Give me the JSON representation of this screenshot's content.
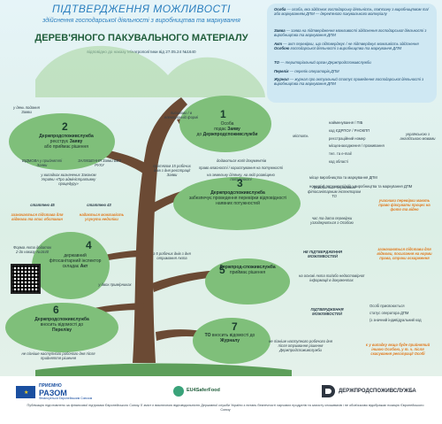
{
  "header": {
    "title_line1": "ПІДТВЕРДЖЕННЯ МОЖЛИВОСТІ",
    "title_line2": "здійснення господарської діяльності з виробництва та маркування",
    "title_line3": "ДЕРЕВ'ЯНОГО ПАКУВАЛЬНОГО МАТЕРІАЛУ",
    "title_line4": "відповідно до наказу Мінагрополітики від 27.05.24 №1640"
  },
  "definitions": [
    {
      "term": "Особа",
      "text": " — особа, яка здійснює господарську діяльність, пов'язану з виробництвом та/або маркуванням ДПМ — дерев'яного пакувального матеріалу"
    },
    {
      "term": "Заява",
      "text": " — заява на підтвердження можливості здійснення господарської діяльності з виробництва та маркування ДПМ"
    },
    {
      "term": "Акт",
      "text": " — акт перевірки, що підтверджує / не підтверджує можливість здійснення "
    },
    {
      "term": "Особою",
      "text": " господарської діяльності з виробництва та маркування ДПМ"
    },
    {
      "term": "ТО",
      "text": " — територіальний орган Держпродспоживслужби"
    },
    {
      "term": "Перелік",
      "text": " — перелік операторів ДПМ"
    },
    {
      "term": "Журнал",
      "text": " — журнал про актуальний статус проведення господарської діяльності з виробництва та маркування ДПМ"
    }
  ],
  "steps": {
    "s1": {
      "num": "1",
      "l1": "Особа",
      "l2": "подає",
      "l3": "Заяву",
      "l4": "до",
      "l5": "Держпродспоживслужби"
    },
    "s2": {
      "num": "2",
      "l1": "Держпродспоживслужба",
      "l2": "реєструє",
      "l3": "Заяву",
      "l4": "або приймає рішення"
    },
    "s3": {
      "num": "3",
      "l1": "Держпродспоживслужба",
      "l2": "забезпечує проведення перевірки відповідності наявних потужностей"
    },
    "s4": {
      "num": "4",
      "l1": "державний фітосанітарний інспектор складає",
      "l2": "Акт"
    },
    "s5": {
      "num": "5",
      "l1": "Держпрод-споживслужба",
      "l2": "приймає рішення"
    },
    "s6": {
      "num": "6",
      "l1": "Держпродспоживслужба",
      "l2": "вносить відомості до",
      "l3": "Переліку"
    },
    "s7": {
      "num": "7",
      "l1": "ТО",
      "l2": "вносить відомості до",
      "l3": "Журналу"
    }
  },
  "notes": {
    "n_5days": "у день подання Заяви",
    "n_paper": "письмово / в електронній формі",
    "n_mistyt": "містить",
    "n_contents": [
      "найменування / ПІБ",
      "код ЄДРПОУ / РНОКПП",
      "реєстраційний номер",
      "місцезнаходження / проживання",
      "тел. та e-mail",
      "код області",
      "місце виробництва та маркування ДПМ",
      "номер(и) потужності(ей) з виробництва та маркування ДПМ"
    ],
    "n_lang": "українською з англійською мовами",
    "n_attach": "додаються копії документів",
    "n_rights": "право власності / користування на потужності",
    "n_land": "на земельну ділянку, на якій розміщено потужності",
    "n_refuse": "ВІДМОВА у прийнятті Заяви",
    "n_leave": "ЗАЛИШЕННЯ Заяви БЕЗ РУХУ",
    "n_law": "у випадках визначених Законом України «Про адміністративну процедуру»",
    "n_st45": "статтею 45",
    "n_st43": "статтею 43",
    "n_res_left": "зазначається підстава для відмови та опис обставин",
    "n_res_right": "надається можливість усунути недоліки",
    "n_15days": "протягом 15 робочих днів з дня реєстрації Заяви",
    "n_holds": "проводиться державним фітосанітарним інспектором ТО",
    "n_time": "час та дата перевірки узгоджуються з Особою",
    "n_notify": "учасники перевірки мають право фіксувати процес на фото та відео",
    "n_form": "Форма Акта додаток 2 до наказу №1640",
    "n_2copies": "у двох примірниках",
    "n_5days_act": "з 5 робочих днів з дня отримання Акта",
    "n_not_conf": "НЕ ПІДТВЕРДЖЕННЯ МОЖЛИВОСТЕЙ",
    "n_basis": "на основі Акта та/або недостовірної інформації в документах",
    "n_reason": "зазначаються підстави для відмови, посилання на норми права, строки оскарження",
    "n_conf": "ПІДТВЕРДЖЕННЯ МОЖЛИВОСТЕЙ",
    "n_assigns": [
      "Особі присвоюється",
      "статус оператора ДПМ",
      "з",
      "(з значний індивідуальний код"
    ],
    "n_next_day": "не пізніше наступного робочого дня після прийняття рішення",
    "n_next_day7": "не пізніше наступного робочого дня після отримання рішення Держпродспоживслужби",
    "n_if_changes": "є у випадку якщо буде прийнятий іншою Особою, у т. ч. після скасування реєстрації Особі"
  },
  "footer": {
    "eu_line1": "ПРИЄМНО",
    "eu_line2": "РАЗОМ",
    "eu_line3": "Фінансується Європейським Союзом",
    "esf": "EU4SaferFood",
    "dp": "ДЕРЖПРОДСПОЖИВСЛУЖБА",
    "disclaimer": "Публікацію підготовлено за фінансової підтримки Європейського Союзу. Її зміст є виключною відповідальністю Державної служби України з питань безпечності харчових продуктів та захисту споживачів і не обов'язково відображає позицію Європейського Союзу"
  },
  "colors": {
    "leaf": "#7fbf7a",
    "trunk": "#6b4a34",
    "accent": "#e07a1f",
    "title": "#2b7fbf"
  }
}
